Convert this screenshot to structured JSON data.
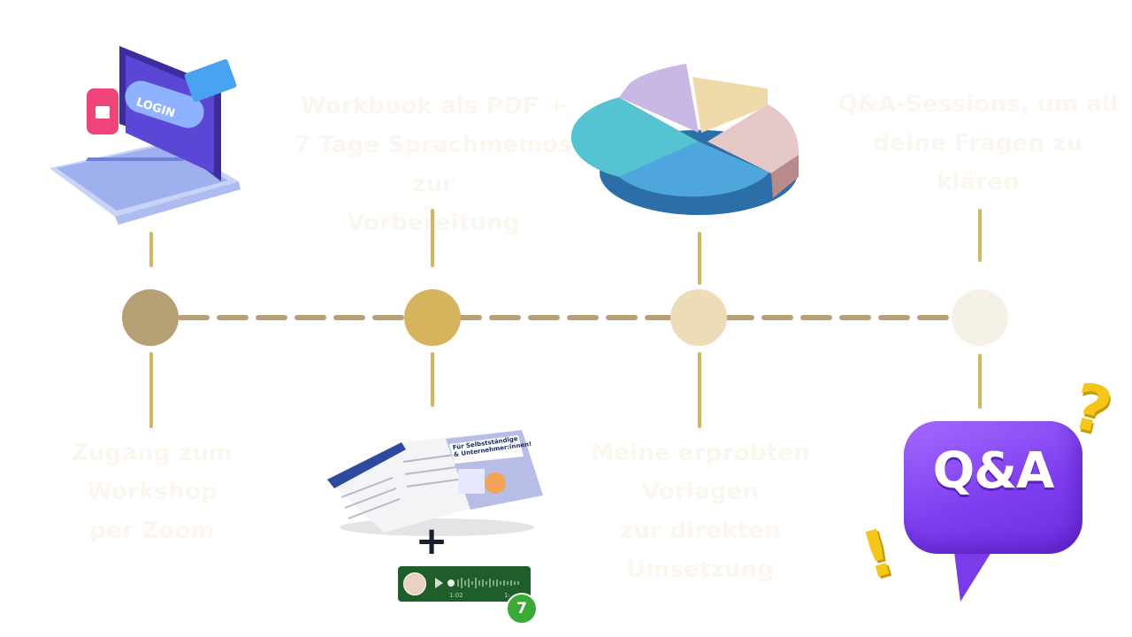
{
  "steps": [
    {
      "text": "Zugang zum Workshop\nper Zoom",
      "icon": "laptop-login-icon"
    },
    {
      "text": "Workbook als PDF +\n7 Tage Sprachmemos zur\nVorbereitung",
      "icon": "workbook-voice-memo-icon"
    },
    {
      "text": "Meine erprobten Vorlagen\nzur direkten Umsetzung",
      "icon": "pie-chart-icon"
    },
    {
      "text": "Q&A-Sessions, um all\ndeine Fragen zu klären",
      "icon": "qa-speech-bubble-icon"
    }
  ],
  "node_colors": [
    "#b59f74",
    "#d6b35d",
    "#ecdcb7",
    "#f6f1e6"
  ],
  "line_color": "#b8a07a",
  "connector_color": "#d4b55e",
  "step_text_color": "#fbf7ee",
  "icons": {
    "laptop_login_label": "LOGIN",
    "plus_symbol": "+",
    "voice_memo_count": "7",
    "voice_memo_time_start": "1:02",
    "voice_memo_time_end": "1:",
    "brochure_title": "Für Selbstständige\n& Unternehmer:innen!",
    "qa_label": "Q&A",
    "question_mark": "?",
    "exclamation_mark": "!"
  }
}
